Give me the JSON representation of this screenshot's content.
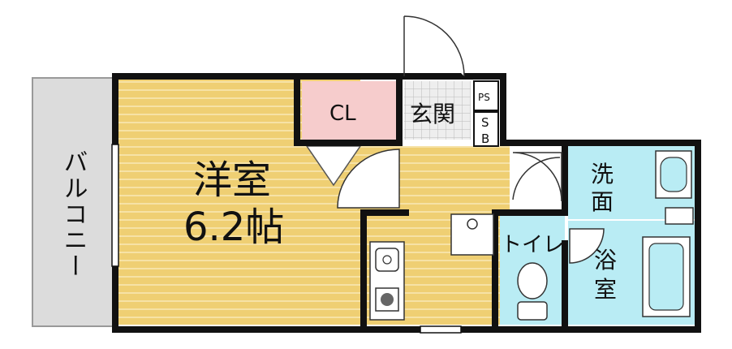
{
  "rooms": {
    "western_room": {
      "name": "洋室",
      "size": "6.2帖"
    },
    "closet": {
      "name": "CL"
    },
    "entrance": {
      "name": "玄関"
    },
    "pipe_space": {
      "name": "PS"
    },
    "shoe_box": {
      "name_line1": "S",
      "name_line2": "B"
    },
    "washroom": {
      "name_line1": "洗",
      "name_line2": "面"
    },
    "toilet": {
      "name": "トイレ"
    },
    "bathroom": {
      "name_line1": "浴",
      "name_line2": "室"
    },
    "balcony": {
      "name": "バルコニー"
    }
  },
  "colors": {
    "room_floor": "#efcf73",
    "room_stripe": "#f6e2a6",
    "closet_fill": "#f6cccc",
    "wet_area_fill": "#b9ecf4",
    "balcony_fill": "#dcdcdc",
    "tile_fill": "#eeeeee",
    "wall": "#111111"
  }
}
